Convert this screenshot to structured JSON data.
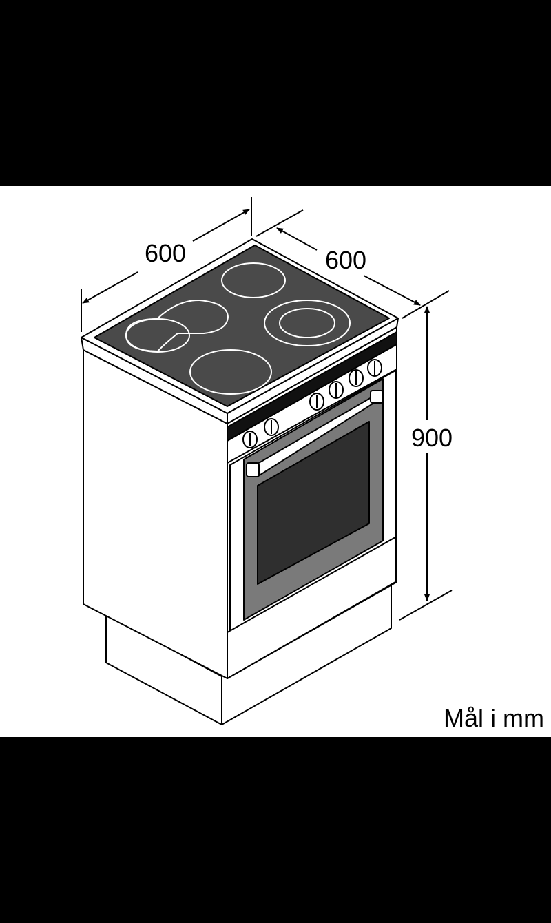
{
  "dimensions": {
    "width": "600",
    "depth": "600",
    "height": "900"
  },
  "unit_note": "Mål i mm",
  "colors": {
    "frame": "#000000",
    "panel": "#ffffff",
    "hob_glass": "#4a4a4a",
    "oven_door": "#7a7a7a",
    "oven_window": "#2f2f2f",
    "outline": "#000000"
  },
  "icons": {
    "cooking_zones": "circle-outline",
    "control_knobs": "round-knob",
    "oven_handle": "bar-handle"
  }
}
